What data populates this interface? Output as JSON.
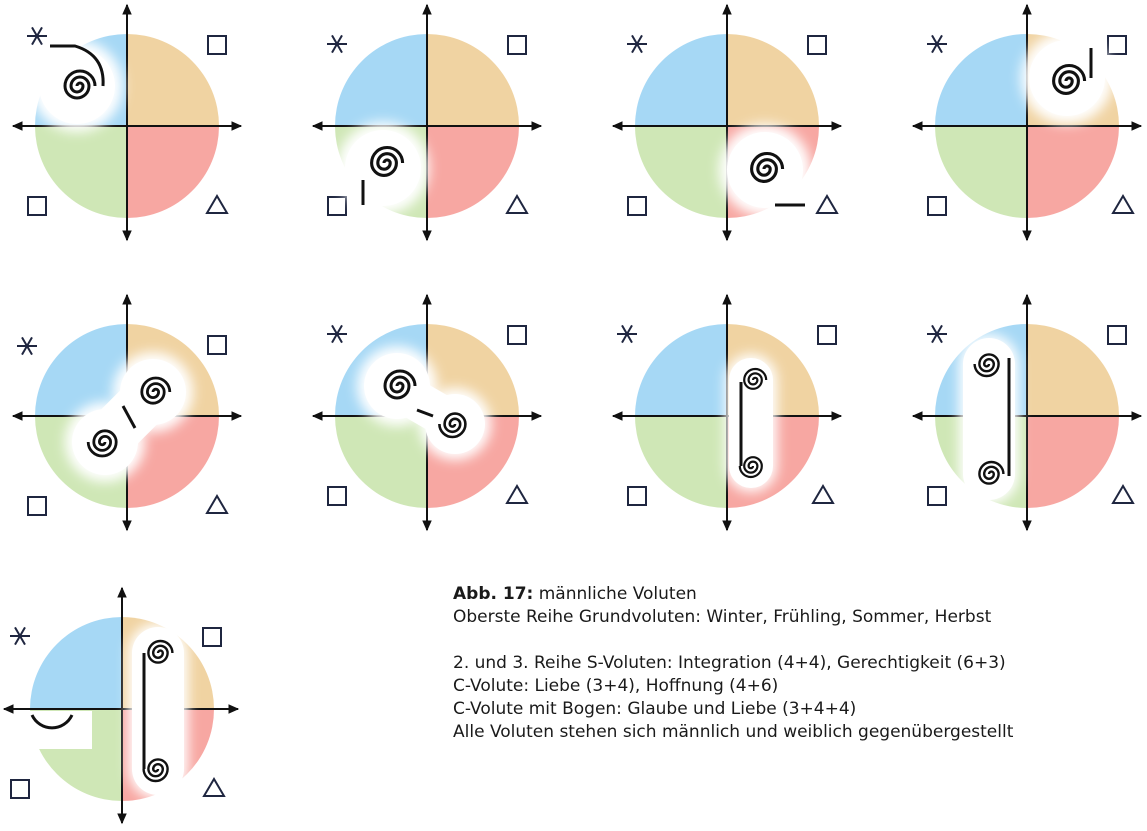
{
  "figure": {
    "colors": {
      "winter": "#a6d8f5",
      "spring": "#f0d3a2",
      "summer": "#f7a7a2",
      "autumn": "#cfe7b6",
      "axis": "#111111",
      "symbol": "#1f2640"
    },
    "symbols": {
      "top_left": "*",
      "top_right": "□",
      "bottom_left": "□",
      "bottom_right": "△"
    },
    "panels": [
      {
        "id": "winter-volute",
        "volute": "single",
        "quadrant": "top-left"
      },
      {
        "id": "autumn-volute",
        "volute": "single",
        "quadrant": "bottom-left"
      },
      {
        "id": "summer-volute",
        "volute": "single",
        "quadrant": "bottom-right"
      },
      {
        "id": "spring-volute",
        "volute": "single",
        "quadrant": "top-right"
      },
      {
        "id": "integration-s-volute",
        "volute": "S",
        "orientation": "diagonal-up"
      },
      {
        "id": "gerechtigkeit-s-volute",
        "volute": "S",
        "orientation": "diagonal-down"
      },
      {
        "id": "liebe-c-volute",
        "volute": "C",
        "side": "right"
      },
      {
        "id": "hoffnung-c-volute",
        "volute": "C",
        "side": "left-mirrored"
      },
      {
        "id": "glaube-liebe-c-volute-arc",
        "volute": "C with arc",
        "side": "right"
      }
    ]
  },
  "caption": {
    "label": "Abb. 17:",
    "title": "männliche Voluten",
    "line1": "Oberste Reihe Grundvoluten: Winter, Frühling, Sommer, Herbst",
    "line2": "2. und 3. Reihe S-Voluten: Integration (4+4), Gerechtigkeit (6+3)",
    "line3": "C-Volute: Liebe (3+4), Hoffnung (4+6)",
    "line4": "C-Volute mit Bogen: Glaube und Liebe (3+4+4)",
    "line5": "Alle Voluten stehen sich männlich und weiblich gegenübergestellt"
  }
}
